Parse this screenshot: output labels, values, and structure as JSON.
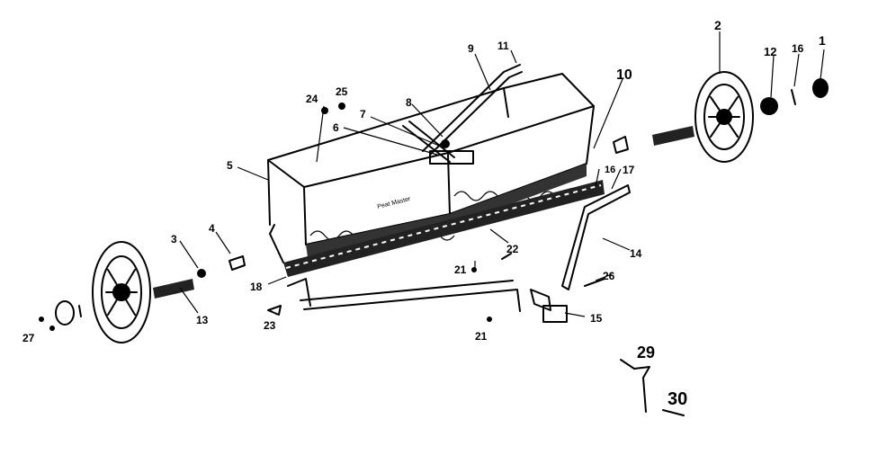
{
  "callouts": [
    {
      "id": "c1",
      "text": "1"
    },
    {
      "id": "c2",
      "text": "2"
    },
    {
      "id": "c3",
      "text": "3"
    },
    {
      "id": "c4",
      "text": "4"
    },
    {
      "id": "c5",
      "text": "5"
    },
    {
      "id": "c6",
      "text": "6"
    },
    {
      "id": "c7",
      "text": "7"
    },
    {
      "id": "c8",
      "text": "8"
    },
    {
      "id": "c9",
      "text": "9"
    },
    {
      "id": "c10",
      "text": "10"
    },
    {
      "id": "c11",
      "text": "11"
    },
    {
      "id": "c12",
      "text": "12"
    },
    {
      "id": "c13",
      "text": "13"
    },
    {
      "id": "c14",
      "text": "14"
    },
    {
      "id": "c15",
      "text": "15"
    },
    {
      "id": "c16a",
      "text": "16"
    },
    {
      "id": "c16b",
      "text": "16"
    },
    {
      "id": "c17",
      "text": "17"
    },
    {
      "id": "c18",
      "text": "18"
    },
    {
      "id": "c21a",
      "text": "21"
    },
    {
      "id": "c21b",
      "text": "21"
    },
    {
      "id": "c22",
      "text": "22"
    },
    {
      "id": "c23",
      "text": "23"
    },
    {
      "id": "c24",
      "text": "24"
    },
    {
      "id": "c25",
      "text": "25"
    },
    {
      "id": "c26",
      "text": "26"
    },
    {
      "id": "c27",
      "text": "27"
    },
    {
      "id": "c29",
      "text": "29"
    },
    {
      "id": "c30",
      "text": "30"
    }
  ],
  "hopper_label": "Peat Master"
}
